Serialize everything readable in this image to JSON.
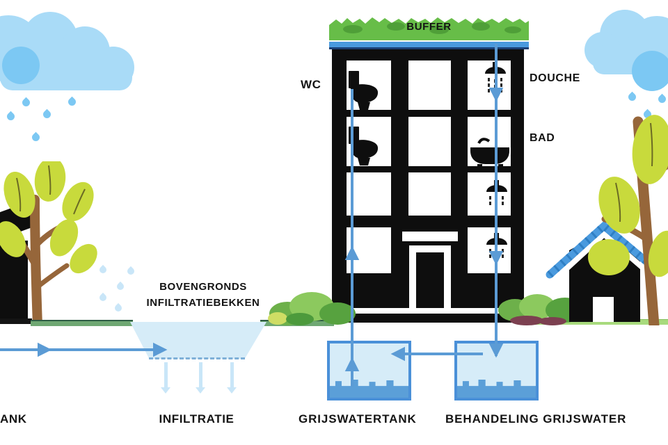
{
  "labels": {
    "buffer": "BUFFER",
    "wc": "WC",
    "douche": "DOUCHE",
    "bad": "BAD",
    "basin_line1": "BOVENGRONDS",
    "basin_line2": "INFILTRATIEBEKKEN",
    "tank_left_partial": "ANK",
    "infiltratie": "INFILTRATIE",
    "grijswatertank": "GRIJSWATERTANK",
    "behandeling_grijswater": "BEHANDELING GRIJSWATER"
  },
  "flows": [
    {
      "name": "rainwater-pipe-to-infiltration-basin",
      "direction": "right"
    },
    {
      "name": "basin-infiltration-into-soil",
      "direction": "down"
    },
    {
      "name": "greywater-tank-to-wc",
      "direction": "up"
    },
    {
      "name": "douche-bad-to-treatment-tank",
      "direction": "down"
    },
    {
      "name": "treatment-tank-to-greywater-tank",
      "direction": "left"
    }
  ],
  "icons": {
    "rain-cloud-icon": "overlapping blue circles",
    "raindrop-icon": "rotated rounded square",
    "toilet-icon": "black silhouette",
    "shower-icon": "black dome head with spray dots",
    "bathtub-icon": "black tub with faucet",
    "tree-icon": "brown trunk with olive-green leaf ellipses",
    "house-icon": "black gable house with blue tiled roof",
    "green-roof-icon": "jagged grass band"
  },
  "palette": {
    "sky-blue": "#a9dbf7",
    "rain-blue": "#7cc8f3",
    "pale-blue": "#c9e6f8",
    "flow-blue": "#5b9bd5",
    "roof-blue": "#4a9ade",
    "tank-border": "#4a90d8",
    "tank-fill": "#d6ecf8",
    "tank-water": "#5b9fd8",
    "grass-green": "#67bd48",
    "grass-dark": "#4f9f38",
    "leaf-green": "#c8da3c",
    "leaf-vein": "#6b6b24",
    "bush-green": "#6db04a",
    "bush-light": "#8cc95e",
    "bush-dark": "#57a23f",
    "bush-maroon": "#7c4050",
    "ground-green": "#6fa873",
    "ground-light": "#a8da7d",
    "trunk-brown": "#96663a",
    "ink": "#141414"
  }
}
